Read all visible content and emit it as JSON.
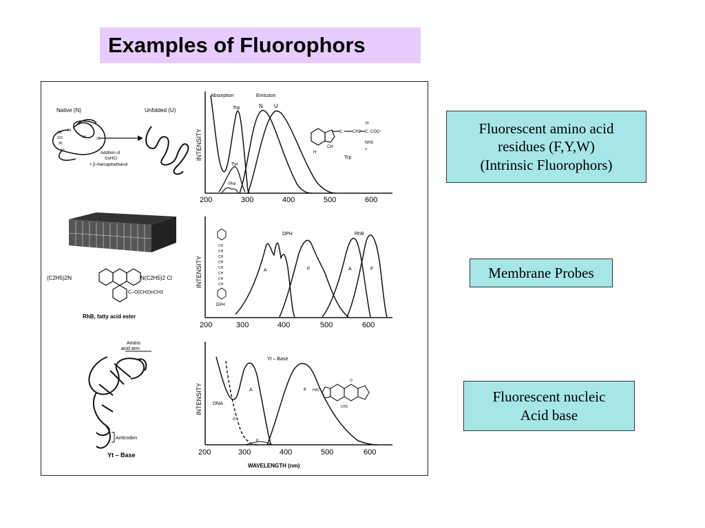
{
  "title": "Examples of Fluorophors",
  "labels": {
    "amino": [
      "Fluorescent amino acid",
      "residues (F,Y,W)",
      "(Intrinsic Fluorophors)"
    ],
    "membrane": [
      "Membrane Probes"
    ],
    "nucleic": [
      "Fluorescent nucleic",
      "Acid base"
    ]
  },
  "figure": {
    "panel1": {
      "native": "Native (N)",
      "unfolded": "Unfolded (U)",
      "addition": [
        "Addition of",
        "GuHCl",
        "+ β-mercaptoethanol"
      ],
      "absorption": "Absorption",
      "emission": "Emission",
      "trp": "Trp",
      "tyr": "Tyr",
      "phe": "Phe",
      "n": "N",
      "u": "U",
      "mol_trp": "Trp"
    },
    "panel2": {
      "dph": "DPH",
      "rhb": "RhB",
      "a": "A",
      "f": "F",
      "rhb_ester": "RhB, fatty acid ester",
      "formula_left": "(C2H5)2N",
      "formula_right": "N(C2H5)2 Cl",
      "ester": "C–O(CH2)nCH3"
    },
    "panel3": {
      "amino_arm": [
        "Amino",
        "acid arm"
      ],
      "anticodon": "Anticodon",
      "yt_base": "Yt – Base",
      "yt_base_top": "Yt – Base",
      "dna": "DNA",
      "a": "A",
      "f": "F"
    },
    "intensity": "INTENSITY",
    "wavelength": "WAVELENGTH  (nm)",
    "ticks": [
      "200",
      "300",
      "400",
      "500",
      "600"
    ]
  }
}
